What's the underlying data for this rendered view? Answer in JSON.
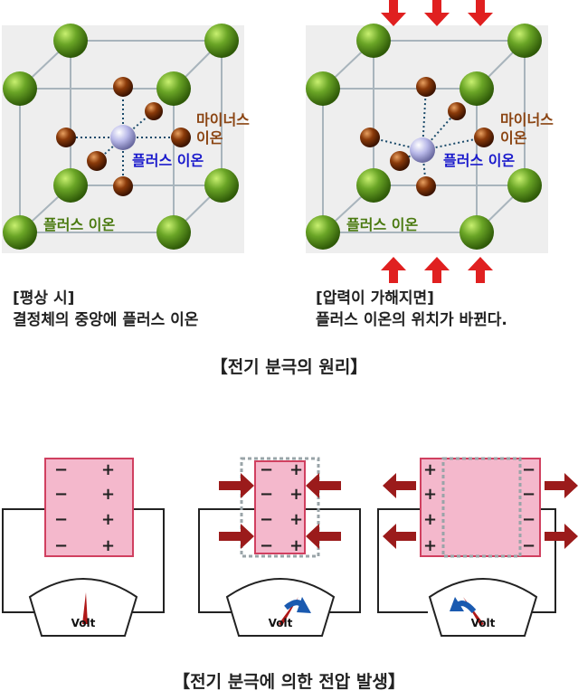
{
  "crystals": [
    {
      "minus_label_1": "마이너스",
      "minus_label_2": "이온",
      "center_label": "플러스 이온",
      "corner_label": "플러스 이온",
      "pressed": false
    },
    {
      "minus_label_1": "마이너스",
      "minus_label_2": "이온",
      "center_label": "플러스 이온",
      "corner_label": "플러스 이온",
      "pressed": true
    }
  ],
  "captions": {
    "normal_line1": "[평상 시]",
    "normal_line2": "결정체의 중앙에 플러스 이온",
    "pressure_line1": "[압력이 가해지면]",
    "pressure_line2": "플러스 이온의 위치가 바뀐다."
  },
  "title_principle": "【전기 분극의 원리】",
  "meters": [
    {
      "label": "Volt",
      "state": "neutral"
    },
    {
      "label": "Volt",
      "state": "compressed"
    },
    {
      "label": "Volt",
      "state": "stretched"
    }
  ],
  "title_voltage": "【전기 분극에 의한 전압 발생】",
  "colors": {
    "plus_ion": "#5a8f1f",
    "minus_ion": "#7a3a0a",
    "center_ion": "#b8b8e0",
    "label_brown": "#8b4513",
    "label_blue": "#1a1acc",
    "label_green": "#4a7a10",
    "arrow_red": "#e02020",
    "arrow_dark": "#9b1b1b",
    "crystal_pink": "#f4b8cc",
    "crystal_border": "#d04060",
    "needle_blue": "#1a5ab0"
  }
}
